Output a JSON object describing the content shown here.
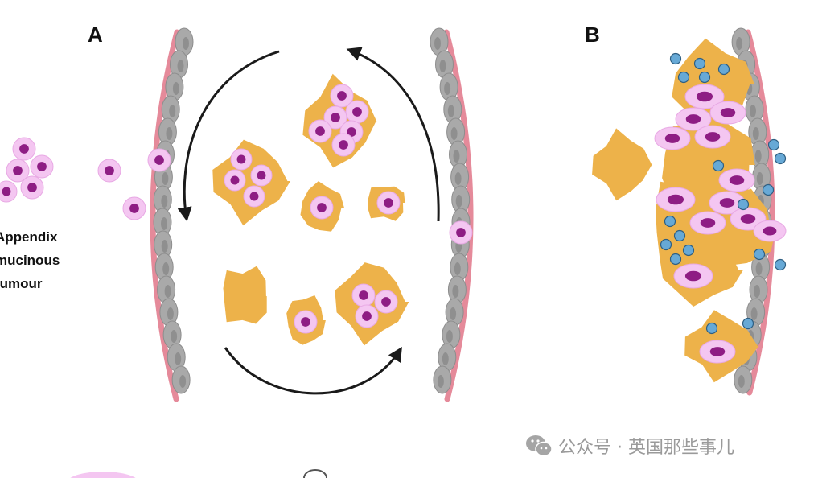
{
  "labels": {
    "panel_a": "A",
    "panel_b": "B",
    "tumour_line1": "Appendix",
    "tumour_line2": "mucinous",
    "tumour_line3": "tumour"
  },
  "watermark": {
    "text": "公众号 · 英国那些事儿",
    "icon": "wechat-icon"
  },
  "colors": {
    "mucin": "#EDB24A",
    "cell": "#F4C6F1",
    "nucleus": "#8E1D84",
    "wall_gray": "#A9A9A9",
    "wall_pink": "#E58A9A",
    "immune_cell": "#67A9D6",
    "arrow": "#1a1a1a"
  }
}
